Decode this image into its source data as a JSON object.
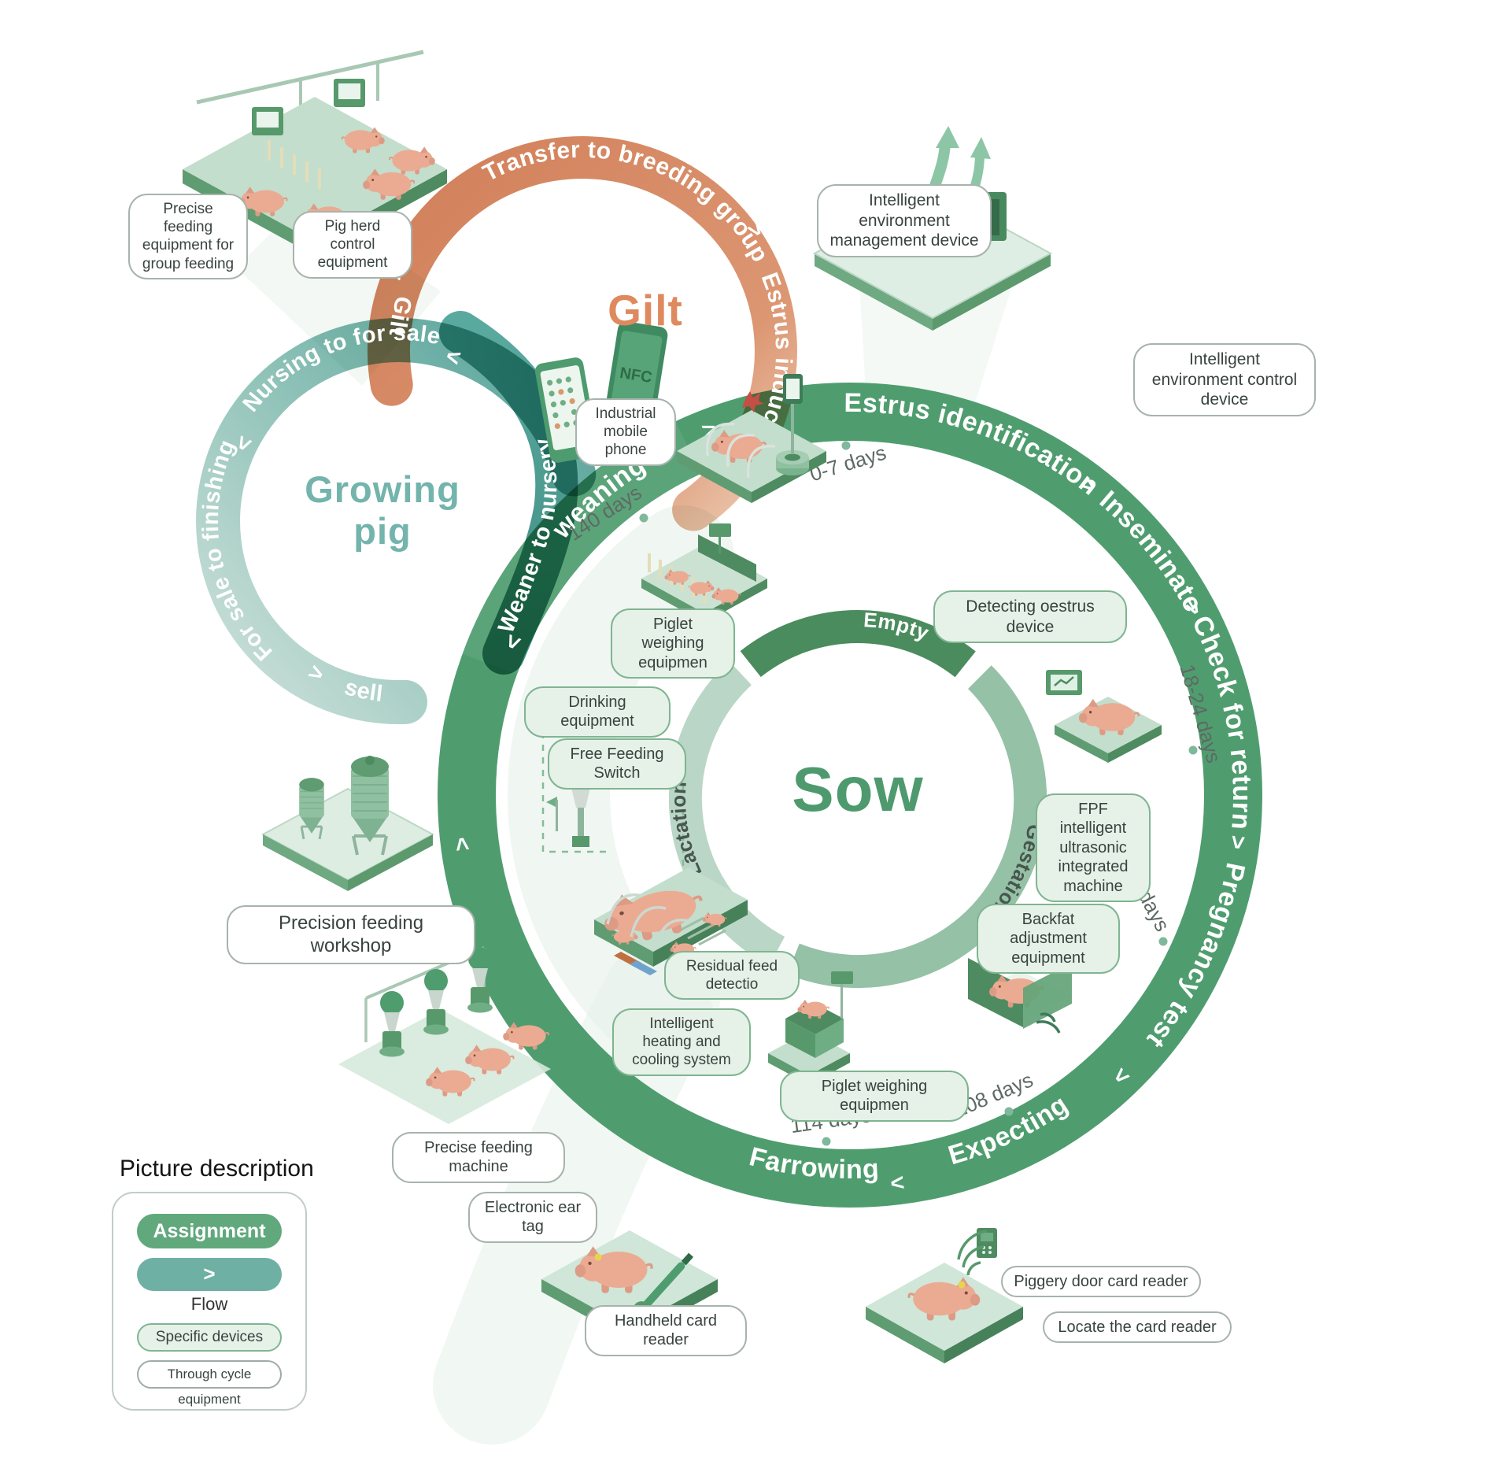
{
  "icons": {
    "chevron": ">",
    "flow_chevron": ">"
  },
  "misc": {
    "nfc": "NFC"
  },
  "legend": {
    "title": "Picture description",
    "assignment": "Assignment",
    "flow": "Flow",
    "specific_devices": "Specific devices",
    "through_cycle": "Through cycle equipment"
  },
  "gilt": {
    "title": "Gilt",
    "arc_top": "Transfer to breeding group",
    "arc_right": "Estrus induction",
    "arc_side": "Gilt"
  },
  "growing": {
    "title": "Growing pig",
    "arc_top": "Nursing to for sale",
    "arc_left": "For sale to finishing",
    "arc_right": "Weaner to nursery",
    "arc_end": "sell"
  },
  "sow": {
    "title": "Sow",
    "arc_weaning": "weaning",
    "arc_estrus": "Estrus identification",
    "arc_inseminate": "Inseminate",
    "arc_check": "Check for return",
    "arc_pregnancy": "Pregnancy test",
    "arc_expecting": "Expecting",
    "arc_farrowing": "Farrowing",
    "inner_empty": "Empty",
    "inner_gestation": "Gestation",
    "inner_lactation": "Lactation",
    "days": {
      "d07": "0-7 days",
      "d1824": "18-24 days",
      "d28": "28 days",
      "d108": "108 days",
      "d114": "114 days",
      "d140": "140 days"
    }
  },
  "labels": {
    "precise_group": "Precise feeding equipment for group feeding",
    "pig_herd": "Pig herd control equipment",
    "industrial_phone": "Industrial mobile phone",
    "env_mgmt": "Intelligent environment management device",
    "env_ctrl": "Intelligent environment control device",
    "detecting_oestrus": "Detecting oestrus device",
    "piglet_weighing_top": "Piglet weighing equipmen",
    "drinking": "Drinking equipment",
    "free_feeding": "Free Feeding Switch",
    "fpf": "FPF intelligent ultrasonic integrated machine",
    "backfat": "Backfat adjustment equipment",
    "residual": "Residual feed detectio",
    "heating": "Intelligent heating and cooling system",
    "piglet_weighing_bottom": "Piglet weighing equipmen",
    "workshop": "Precision feeding workshop",
    "feeding_machine": "Precise feeding machine",
    "ear_tag": "Electronic ear tag",
    "handheld": "Handheld card reader",
    "piggery_door": "Piggery door card reader",
    "locate": "Locate the card reader"
  },
  "colors": {
    "sow_green": "#4F9D6F",
    "gilt_orange": "#D2825C",
    "growing_teal": "#55A29A",
    "mint": "#E3EFE7",
    "inner_empty": "#4A8C5D",
    "inner_gestation": "#95C1A6",
    "inner_lactation": "#BAD6C6"
  }
}
